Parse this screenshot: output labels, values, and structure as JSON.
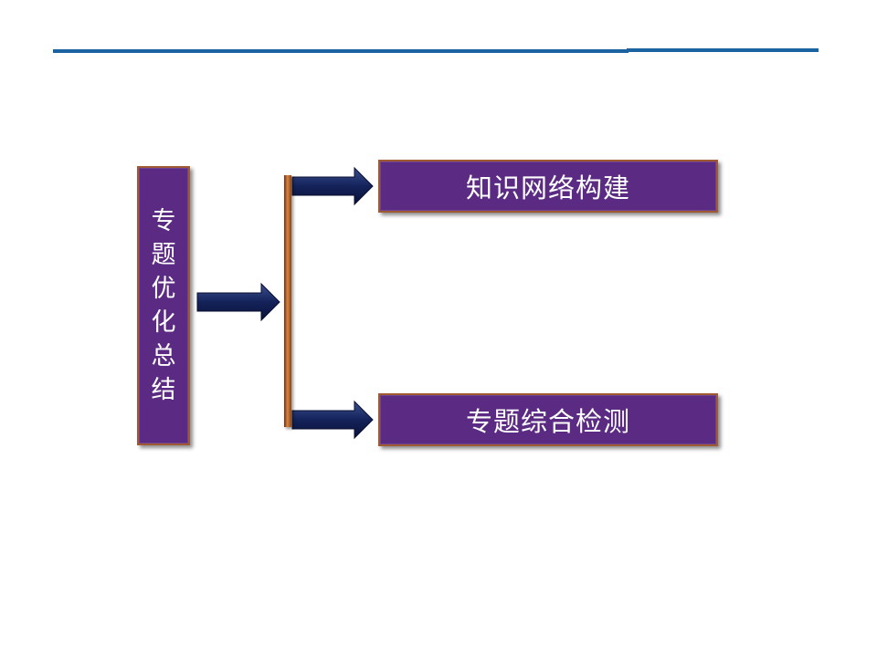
{
  "diagram": {
    "main_box": {
      "chars": [
        "专",
        "题",
        "优",
        "化",
        "总",
        "结"
      ]
    },
    "branches": [
      {
        "label": "知识网络构建"
      },
      {
        "label": "专题综合检测"
      }
    ]
  },
  "colors": {
    "box_fill": "#5b2a82",
    "box_border": "#a05a33",
    "arrow": "#14225a",
    "bracket": "#c06a2a",
    "top_line": "#1a62a0"
  }
}
